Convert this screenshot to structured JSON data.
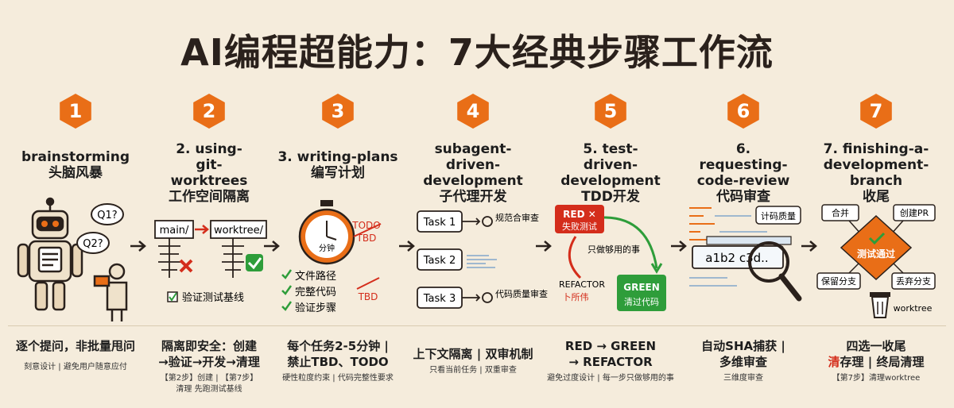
{
  "title": "AI编程超能力：7大经典步骤工作流",
  "colors": {
    "accent": "#e96e17",
    "red": "#d42d1b",
    "green": "#2e9d3a",
    "background": "#f5ecdc"
  },
  "steps": [
    {
      "num": "1",
      "en": "brainstorming",
      "zh": "头脑风暴",
      "labels": {
        "q1": "Q1?",
        "q2": "Q2?"
      },
      "bottom": {
        "main": "逐个提问，非批量甩问",
        "sub": "刻意设计 | 避免用户随意应付"
      }
    },
    {
      "num": "2",
      "en": "2. using-git-worktrees",
      "zh": "工作空间隔离",
      "labels": {
        "main": "main/",
        "worktree": "worktree/",
        "check": "验证测试基线"
      },
      "bottom": {
        "main": "隔离即安全：创建→验证→开发→清理",
        "sub": "【第2步】创建 | 【第7步】清理 先跑测试基线"
      }
    },
    {
      "num": "3",
      "en": "3. writing-plans",
      "zh": "编写计划",
      "labels": {
        "clock": "分钟",
        "todo": "TODO",
        "tbd1": "TBD",
        "tbd2": "TBD",
        "item1": "文件路径",
        "item2": "完整代码",
        "item3": "验证步骤"
      },
      "bottom": {
        "main": "每个任务2-5分钟 | 禁止TBD、TODO",
        "sub": "硬性粒度约束 | 代码完整性要求"
      }
    },
    {
      "num": "4",
      "en": "subagent-driven-development",
      "zh": "子代理开发",
      "labels": {
        "task1": "Task 1",
        "task2": "Task 2",
        "task3": "Task 3",
        "r1": "规范合审查",
        "r2": "代码质量审查"
      },
      "bottom": {
        "main": "上下文隔离 | 双审机制",
        "sub": "只看当前任务 | 双重审查"
      }
    },
    {
      "num": "5",
      "en": "5. test-driven-development",
      "zh": "TDD开发",
      "labels": {
        "red": "RED ✕",
        "red_sub": "失败测试",
        "mid": "只做够用的事",
        "green": "GREEN",
        "green_sub": "清过代码",
        "refactor": "REFACTOR",
        "refactor_sub": "卜所伟"
      },
      "bottom": {
        "line1": "RED → GREEN",
        "line2": "→ REFACTOR",
        "sub": "避免过度设计 | 每一步只做够用的事"
      }
    },
    {
      "num": "6",
      "en": "6. requesting-code-review",
      "zh": "代码审查",
      "labels": {
        "quality": "计码质量",
        "sha": "a1b2 c3d.."
      },
      "bottom": {
        "main": "自动SHA捕获 | 多维审查",
        "sub": "三维度审查"
      }
    },
    {
      "num": "7",
      "en": "7. finishing-a-development-branch",
      "zh": "收尾",
      "labels": {
        "merge": "合并",
        "pr": "创建PR",
        "center": "测试通过",
        "keep": "保留分支",
        "discard": "丢弃分支",
        "worktree": "worktree"
      },
      "bottom": {
        "line1_red": "四选一收尾",
        "line2_red": "清",
        "line2": "存理 | 终局清理",
        "sub": "【第7步】清理worktree"
      }
    }
  ]
}
